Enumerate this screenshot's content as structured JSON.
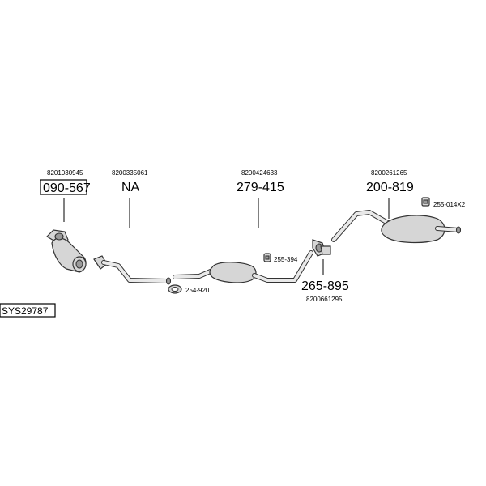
{
  "system_code": "SYS29787",
  "parts": [
    {
      "id": "catalyst",
      "part_number": "090-567",
      "oe_number": "8201030945",
      "boxed": true
    },
    {
      "id": "front-pipe",
      "part_number": "NA",
      "oe_number": "8200335061",
      "boxed": false
    },
    {
      "id": "middle-silencer",
      "part_number": "279-415",
      "oe_number": "8200424633",
      "boxed": false
    },
    {
      "id": "rear-silencer",
      "part_number": "200-819",
      "oe_number": "8200261265",
      "boxed": false
    },
    {
      "id": "connector-pipe",
      "part_number": "265-895",
      "oe_number": "8200661295",
      "boxed": false
    }
  ],
  "accessories": [
    {
      "id": "gasket",
      "code": "254-920"
    },
    {
      "id": "mount-rubber",
      "code": "255-394"
    },
    {
      "id": "rear-mount",
      "code": "255-014X2"
    }
  ]
}
